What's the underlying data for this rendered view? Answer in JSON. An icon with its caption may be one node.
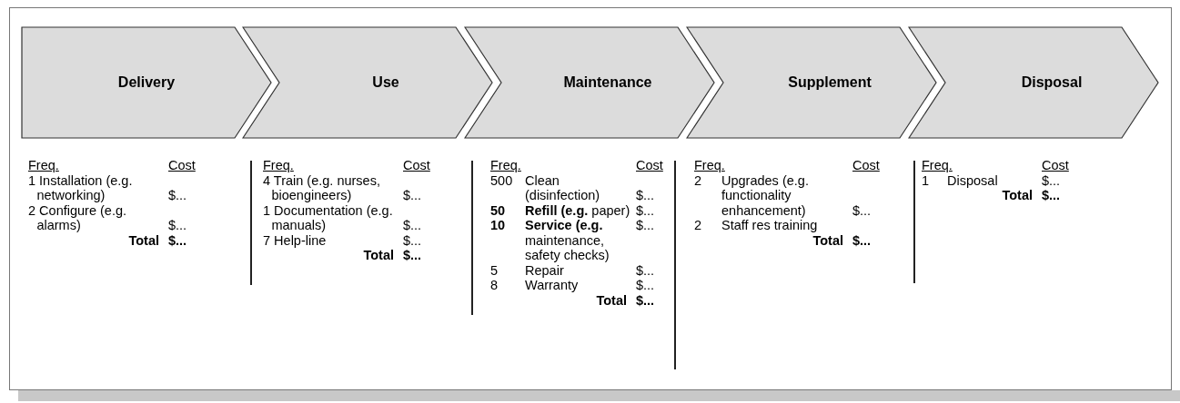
{
  "diagram": {
    "nodes": [
      {
        "text": [
          "Delivery"
        ]
      },
      {
        "text": [
          "Use"
        ]
      },
      {
        "text": [
          "Maintenance"
        ]
      },
      {
        "text": [
          "Supplement"
        ]
      },
      {
        "text": [
          "Disposal"
        ]
      }
    ],
    "labels": [
      "Freq.",
      "Cost",
      "1 Installation (e.g. networking)",
      "$...",
      "2 Configure (e.g. alarms)",
      "$...",
      "Total",
      "$...",
      "Freq.",
      "Cost",
      "4 Train (e.g. nurses, bioengineers)",
      "$...",
      "1 Documentation (e.g. manuals)",
      "$...",
      "7 Help-line",
      "$...",
      "Total",
      "$...",
      "Freq.",
      "Cost",
      "500",
      "Clean (disinfection)",
      "$...",
      "50",
      "**Refill (e.g.** paper)",
      "$...",
      "10",
      "**Service (e.g.** maintenance, safety checks)",
      "$...",
      "5",
      "Repair",
      "$...",
      "8",
      "Warranty",
      "$...",
      "Total",
      "$...",
      "Freq.",
      "Cost",
      "2",
      "Upgrades (e.g. functionality enhancement)",
      "$...",
      "2",
      "Staff res training",
      "Total",
      "$...",
      "Freq.",
      "Cost",
      "1",
      "Disposal",
      "$...",
      "Total",
      "$..."
    ]
  }
}
